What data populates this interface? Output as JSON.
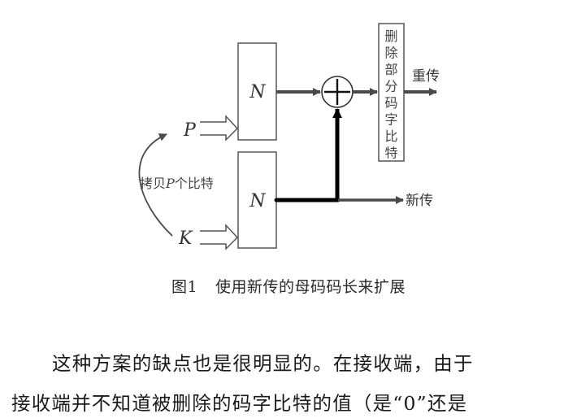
{
  "diagram": {
    "encoder_top_label": "N",
    "encoder_bottom_label": "N",
    "input_p_label": "P",
    "input_k_label": "K",
    "copy_annotation_prefix": "拷贝",
    "copy_annotation_var": "P",
    "copy_annotation_suffix": "个比特",
    "xor_symbol": "⊕",
    "puncture_box_chars": [
      "删",
      "除",
      "部",
      "分",
      "码",
      "字",
      "比",
      "特"
    ],
    "retransmit_label": "重传",
    "new_transmit_label": "新传",
    "colors": {
      "line_gray": "#4a4a4a",
      "line_black": "#000000",
      "box_border": "#555555"
    }
  },
  "caption": {
    "figure_number": "图1",
    "title": "使用新传的母码码长来扩展"
  },
  "body_text": {
    "line1": "这种方案的缺点也是很明显的。在接收端，由于",
    "line2": "接收端并不知道被删除的码字比特的值（是“0”还是"
  }
}
